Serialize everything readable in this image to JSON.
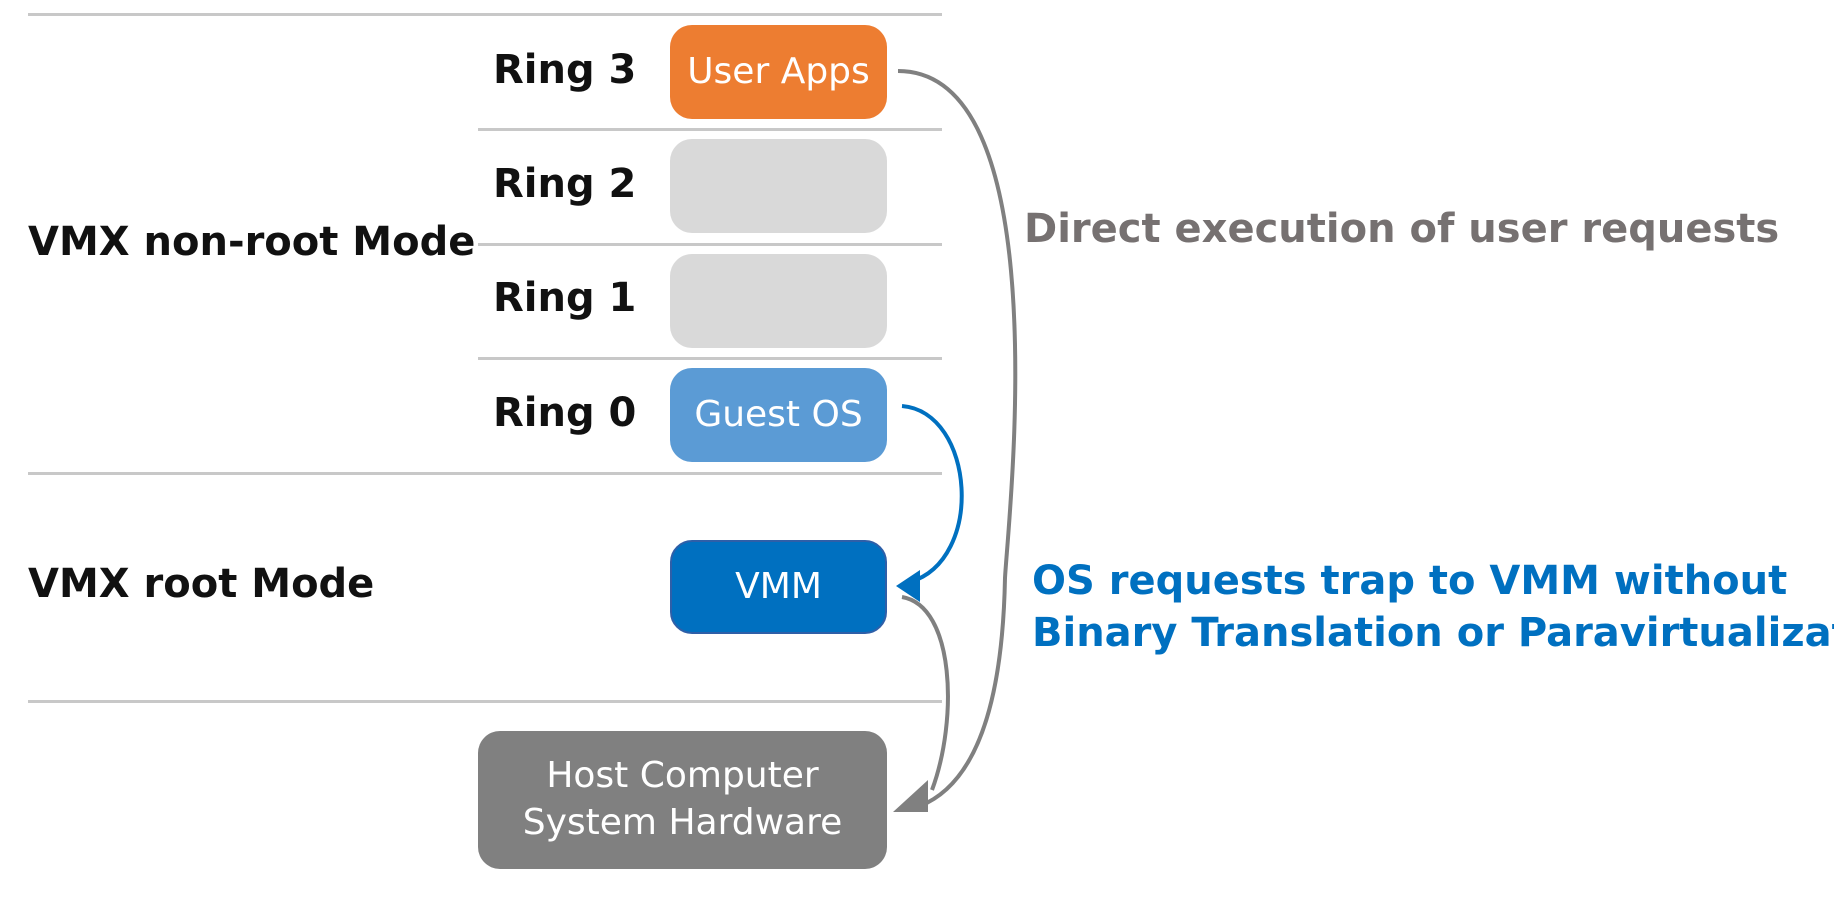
{
  "modes": {
    "non_root": "VMX non-root Mode",
    "root": "VMX root Mode"
  },
  "rings": [
    {
      "label": "Ring 3",
      "box": "User Apps"
    },
    {
      "label": "Ring 2",
      "box": ""
    },
    {
      "label": "Ring 1",
      "box": ""
    },
    {
      "label": "Ring 0",
      "box": "Guest OS"
    }
  ],
  "vmm": {
    "label": "VMM"
  },
  "hardware": {
    "line1": "Host Computer",
    "line2": "System Hardware"
  },
  "annotations": {
    "direct": "Direct execution of user requests",
    "trap_line1": "OS requests trap to VMM without",
    "trap_line2": "Binary Translation or Paravirtualization"
  },
  "colors": {
    "user_apps": "#ed7d31",
    "guest_os": "#5b9bd5",
    "vmm": "#0070c0",
    "hardware": "#808080",
    "empty_ring": "#d9d9d9",
    "direct_text": "#767171",
    "trap_text": "#0070c0",
    "gray_arrow": "#808080",
    "blue_arrow": "#0070c0"
  }
}
